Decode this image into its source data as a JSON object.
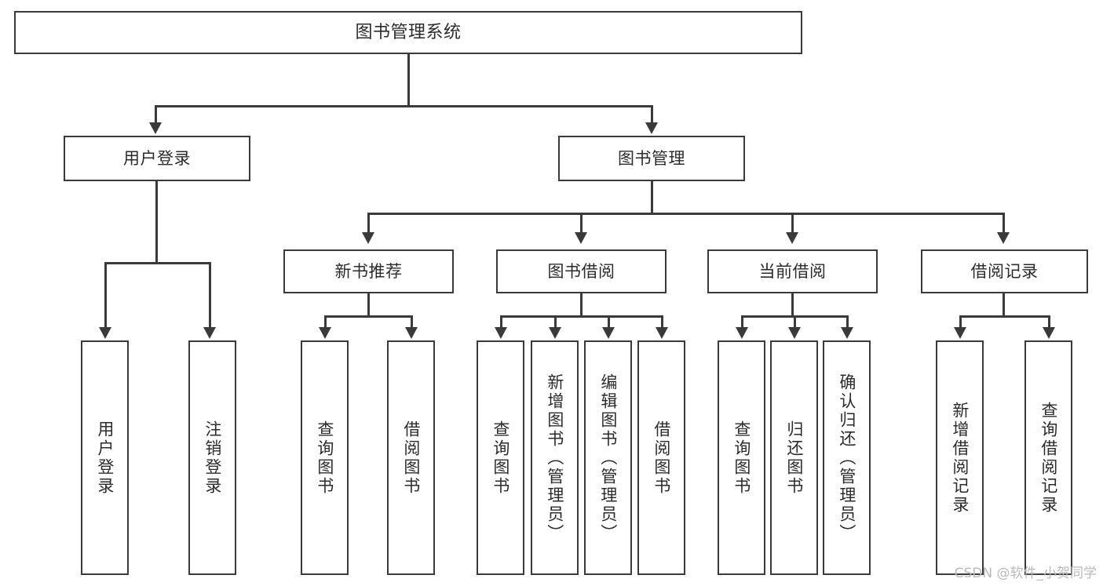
{
  "diagram": {
    "title": "图书管理系统",
    "type": "tree",
    "root": {
      "label": "图书管理系统"
    },
    "level2": [
      {
        "label": "用户登录"
      },
      {
        "label": "图书管理"
      }
    ],
    "level3": [
      {
        "label": "新书推荐"
      },
      {
        "label": "图书借阅"
      },
      {
        "label": "当前借阅"
      },
      {
        "label": "借阅记录"
      }
    ],
    "leaves": {
      "user_login": [
        {
          "label": "用户登录"
        },
        {
          "label": "注销登录"
        }
      ],
      "new_book_recommend": [
        {
          "label": "查询图书"
        },
        {
          "label": "借阅图书"
        }
      ],
      "book_borrow": [
        {
          "label": "查询图书"
        },
        {
          "label": "新增图书（管理员）"
        },
        {
          "label": "编辑图书（管理员）"
        },
        {
          "label": "借阅图书"
        }
      ],
      "current_borrow": [
        {
          "label": "查询图书"
        },
        {
          "label": "归还图书"
        },
        {
          "label": "确认归还（管理员）"
        }
      ],
      "borrow_record": [
        {
          "label": "新增借阅记录"
        },
        {
          "label": "查询借阅记录"
        }
      ]
    }
  },
  "watermark": {
    "text": "CSDN @软件_小贺同学"
  },
  "colors": {
    "background": "#ffffff",
    "box_border": "#3a3a3a",
    "box_fill": "#ffffff",
    "text": "#2b2b2b",
    "connector": "#3a3a3a",
    "watermark": "#b9b9b9"
  }
}
